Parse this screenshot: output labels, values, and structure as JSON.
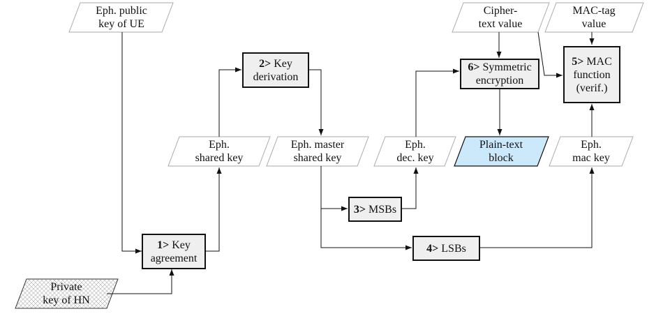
{
  "diagram": {
    "inputs": {
      "eph_public_key": [
        "Eph. public",
        "key of UE"
      ],
      "private_key": [
        "Private",
        "key of HN"
      ],
      "ciphertext": [
        "Cipher-",
        "text value"
      ],
      "mac_tag": [
        "MAC-tag",
        "value"
      ]
    },
    "data_items": {
      "eph_shared_key": [
        "Eph.",
        "shared key"
      ],
      "eph_master_key": [
        "Eph. master",
        "shared key"
      ],
      "eph_dec_key": [
        "Eph.",
        "dec. key"
      ],
      "plaintext": [
        "Plain-text",
        "block"
      ],
      "eph_mac_key": [
        "Eph.",
        "mac key"
      ]
    },
    "processes": {
      "key_agreement": {
        "num": "1>",
        "lines": [
          "Key",
          "agreement"
        ]
      },
      "key_derivation": {
        "num": "2>",
        "lines": [
          "Key",
          "derivation"
        ]
      },
      "msbs": {
        "num": "3>",
        "lines": [
          "MSBs"
        ]
      },
      "lsbs": {
        "num": "4>",
        "lines": [
          "LSBs"
        ]
      },
      "mac_function": {
        "num": "5>",
        "lines": [
          "MAC",
          "function",
          "(verif.)"
        ]
      },
      "symmetric_encryption": {
        "num": "6>",
        "lines": [
          "Symmetric",
          "encryption"
        ]
      }
    },
    "colors": {
      "stroke": "#111111",
      "process_fill": "#efefef",
      "plaintext_fill": "#cce8fb",
      "hatch": "#bdbdbd"
    }
  }
}
